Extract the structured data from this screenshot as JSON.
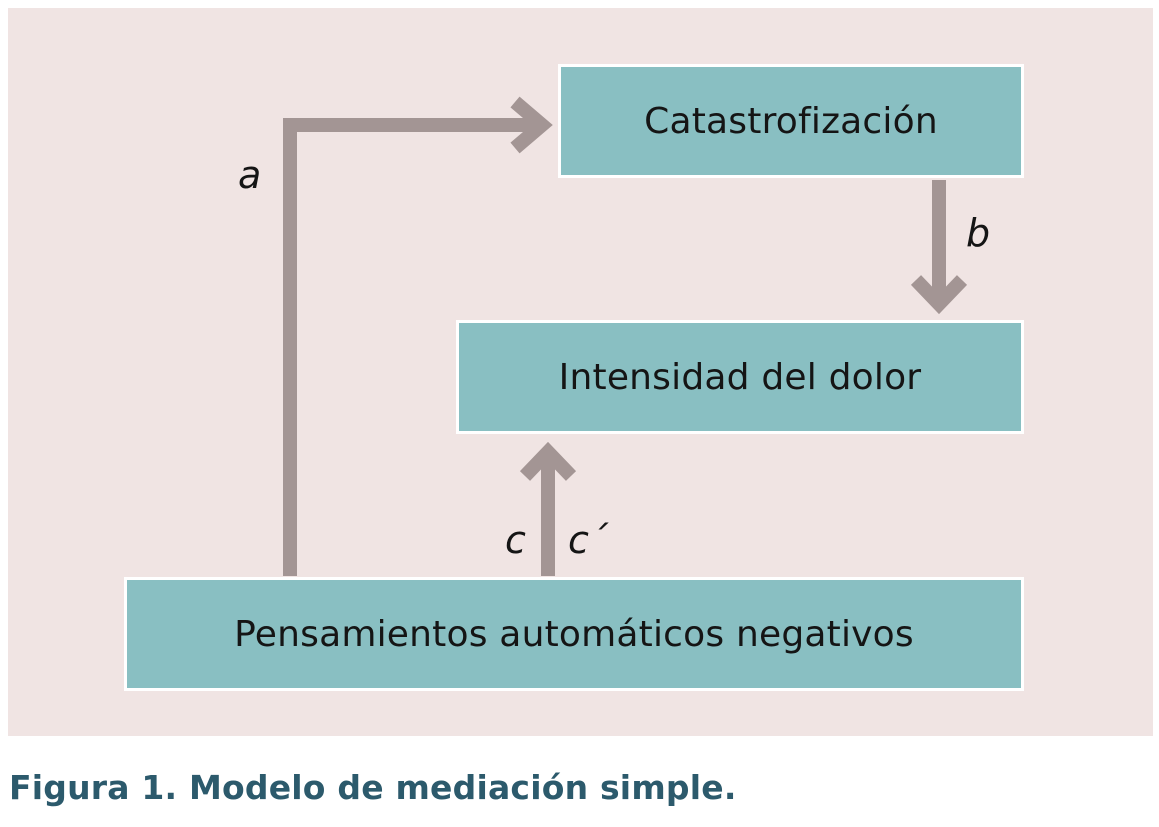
{
  "diagram": {
    "nodes": {
      "catastrofizacion": "Catastrofización",
      "intensidad": "Intensidad del dolor",
      "pensamientos": "Pensamientos automáticos negativos"
    },
    "paths": {
      "a": "a",
      "b": "b",
      "c": "c",
      "c_prime": "c´"
    },
    "colors": {
      "panel_background": "#f0e4e3",
      "box_fill": "#89bfc2",
      "arrow": "#a39594",
      "caption": "#2c5a6c"
    }
  },
  "caption": "Figura 1. Modelo de mediación simple."
}
